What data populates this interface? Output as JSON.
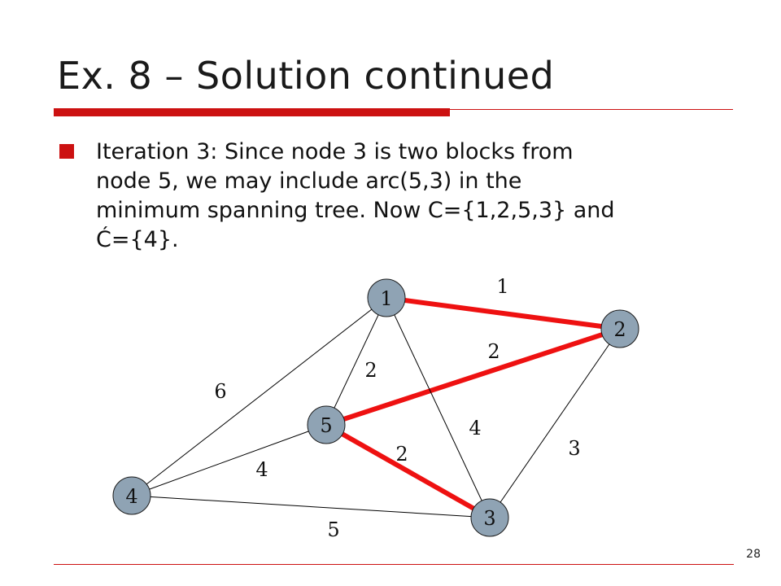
{
  "slide": {
    "title": "Ex. 8 – Solution continued",
    "page_number": "28"
  },
  "bullet": {
    "lines": [
      "Iteration 3: Since node 3 is two blocks from",
      "node 5, we may include arc(5,3) in the",
      "minimum spanning tree. Now C={1,2,5,3} and",
      "Ć={4}."
    ]
  },
  "graph": {
    "colors": {
      "node_fill": "#8fa3b4",
      "node_stroke": "#1a1a1a",
      "edge": "#000000",
      "selected_edge": "#ee1111"
    },
    "nodes": [
      {
        "id": "1",
        "label": "1"
      },
      {
        "id": "2",
        "label": "2"
      },
      {
        "id": "3",
        "label": "3"
      },
      {
        "id": "4",
        "label": "4"
      },
      {
        "id": "5",
        "label": "5"
      }
    ],
    "edges": [
      {
        "from": "1",
        "to": "2",
        "weight": "1",
        "selected": true
      },
      {
        "from": "5",
        "to": "2",
        "weight": "2",
        "selected": true
      },
      {
        "from": "5",
        "to": "3",
        "weight": "2",
        "selected": true
      },
      {
        "from": "1",
        "to": "5",
        "weight": "2",
        "selected": false
      },
      {
        "from": "1",
        "to": "4",
        "weight": "6",
        "selected": false
      },
      {
        "from": "1",
        "to": "3",
        "weight": "4",
        "selected": false
      },
      {
        "from": "2",
        "to": "3",
        "weight": "3",
        "selected": false
      },
      {
        "from": "5",
        "to": "4",
        "weight": "4",
        "selected": false
      },
      {
        "from": "4",
        "to": "3",
        "weight": "5",
        "selected": false
      }
    ]
  }
}
